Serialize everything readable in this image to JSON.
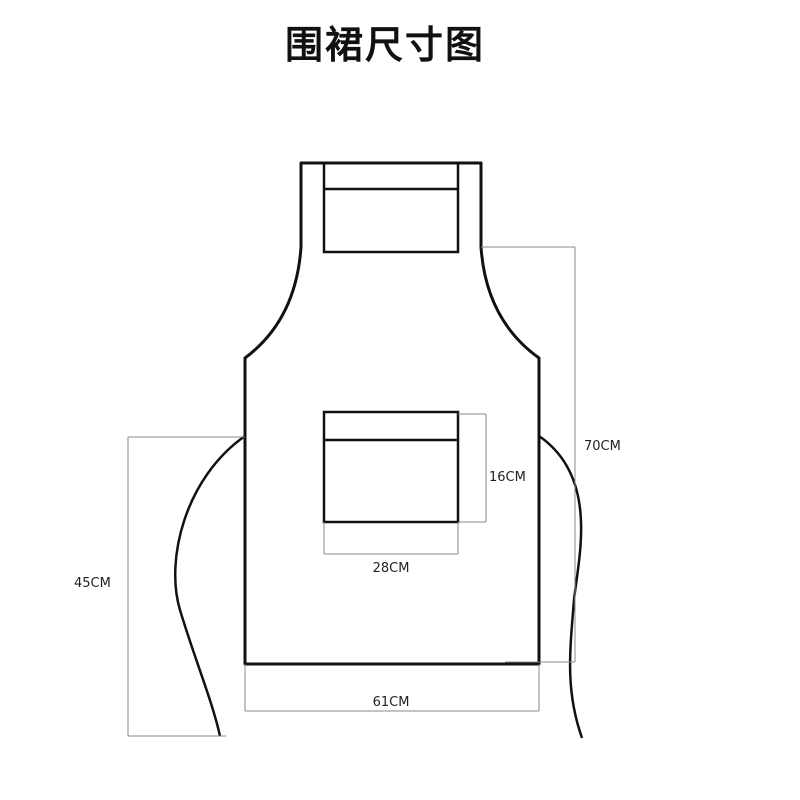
{
  "title": "围裙尺寸图",
  "dimensions": {
    "total_length": "70CM",
    "pocket_height": "16CM",
    "pocket_width": "28CM",
    "waist_strap": "45CM",
    "bottom_width": "61CM"
  },
  "colors": {
    "outline": "#111111",
    "dimension_line": "#888888",
    "text": "#222222"
  }
}
